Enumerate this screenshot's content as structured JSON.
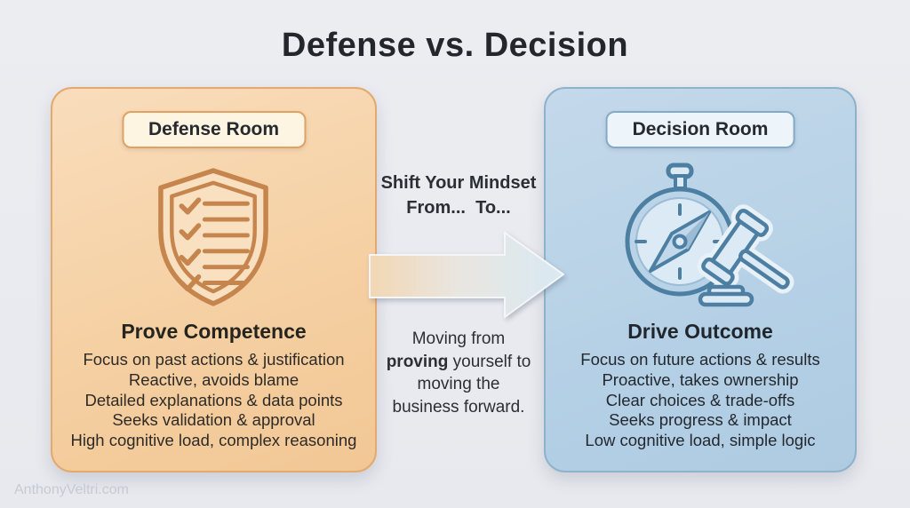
{
  "title": "Defense vs. Decision",
  "watermark": "AnthonyVeltri.com",
  "colors": {
    "background": "#e9ebef",
    "left_panel_bg": "#f5d0a3",
    "left_panel_border": "#e3a96d",
    "left_icon_stroke": "#c5854d",
    "right_panel_bg": "#b6d1e6",
    "right_panel_border": "#8fb2cb",
    "right_icon_stroke": "#4d7fa3",
    "text": "#2b2b2b"
  },
  "left_panel": {
    "badge": "Defense Room",
    "icon": "shield-checklist",
    "heading": "Prove Competence",
    "bullets": [
      "Focus on past actions & justification",
      "Reactive, avoids blame",
      "Detailed explanations & data points",
      "Seeks validation & approval",
      "High cognitive load, complex reasoning"
    ]
  },
  "right_panel": {
    "badge": "Decision Room",
    "icon": "compass-gavel",
    "heading": "Drive Outcome",
    "bullets": [
      "Focus on future actions & results",
      "Proactive, takes ownership",
      "Clear choices & trade-offs",
      "Seeks progress & impact",
      "Low cognitive load, simple logic"
    ]
  },
  "center": {
    "shift_line1": "Shift Your Mindset",
    "shift_line2": "From...  To...",
    "moving_line1": "Moving from",
    "moving_line2_bold": "proving",
    "moving_line2_rest": " yourself to",
    "moving_line3": "moving the",
    "moving_line4": "business forward."
  }
}
